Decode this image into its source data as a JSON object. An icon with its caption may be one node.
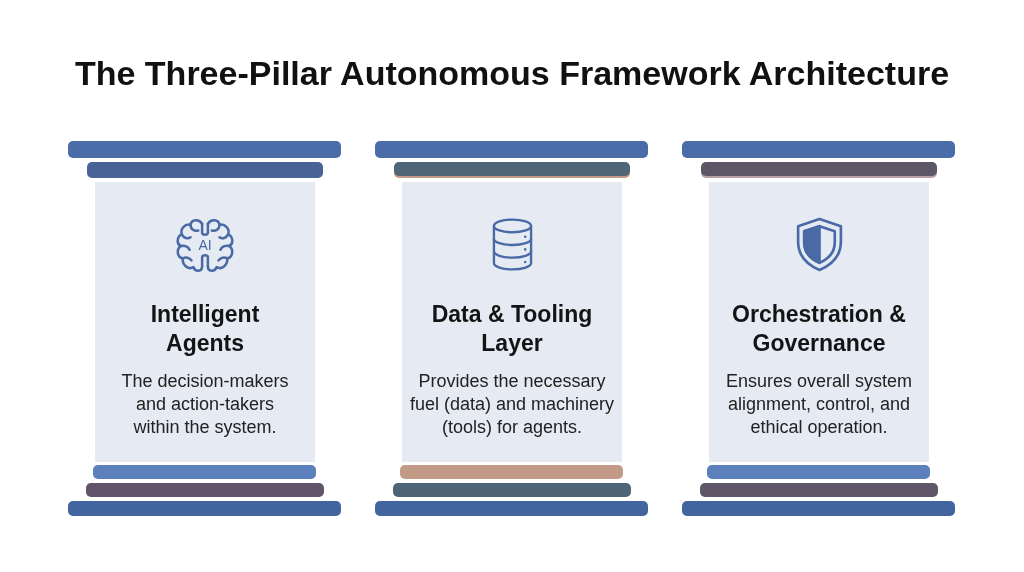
{
  "diagram": {
    "title": "The Three-Pillar Autonomous Framework Architecture",
    "nodes": [
      {
        "text": [
          "Intelligent Agents",
          "The decision-makers and action-takers within the system."
        ]
      },
      {
        "text": [
          "Data & Tooling Layer",
          "Provides the necessary fuel (data) and machinery (tools) for agents."
        ]
      },
      {
        "text": [
          "Orchestration & Governance",
          "Ensures overall system alignment, control, and ethical operation."
        ]
      }
    ],
    "labels": [
      "AI"
    ]
  }
}
